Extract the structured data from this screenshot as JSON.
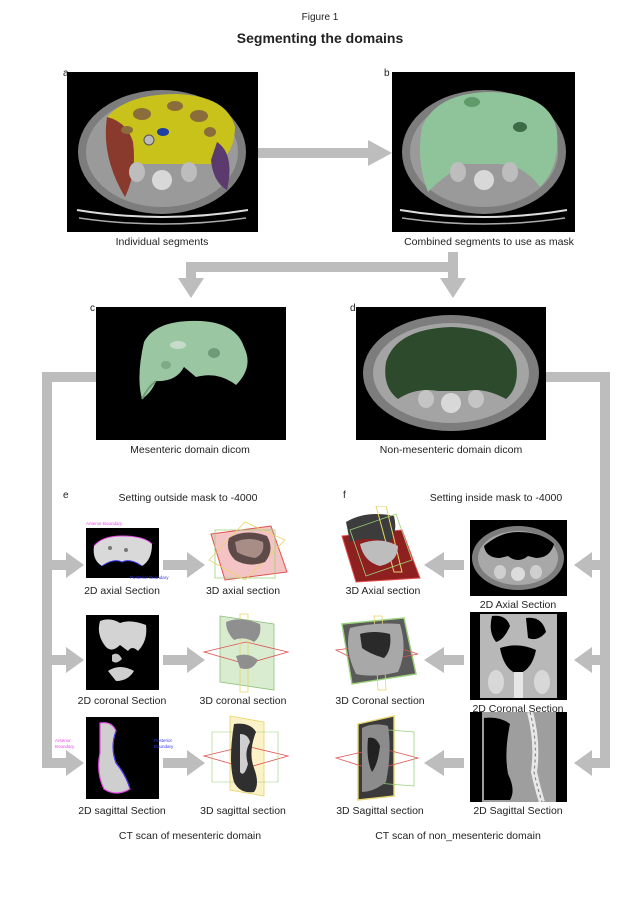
{
  "figure": {
    "number": "Figure 1",
    "title": "Segmenting the domains"
  },
  "panels": {
    "a": {
      "letter": "a",
      "caption": "Individual segments"
    },
    "b": {
      "letter": "b",
      "caption": "Combined segments to use as mask"
    },
    "c": {
      "letter": "c",
      "caption": "Mesenteric domain dicom"
    },
    "d": {
      "letter": "d",
      "caption": "Non-mesenteric domain dicom"
    },
    "e": {
      "letter": "e",
      "heading": "Setting outside mask to -4000",
      "axial_2d": "2D axial Section",
      "axial_3d": "3D axial section",
      "coronal_2d": "2D coronal Section",
      "coronal_3d": "3D coronal section",
      "sagittal_2d": "2D sagittal Section",
      "sagittal_3d": "3D sagittal section",
      "footer": "CT scan of mesenteric domain",
      "annotations": {
        "anterior_boundary": "Anterior Boundary",
        "posterior_boundary": "Posterior Boundary",
        "anterior": "Anterior",
        "boundary": "Boundary",
        "posterior": "Posterior",
        "boundary2": "Boundary"
      }
    },
    "f": {
      "letter": "f",
      "heading": "Setting inside mask to -4000",
      "axial_3d": "3D Axial section",
      "axial_2d": "2D Axial Section",
      "coronal_3d": "3D Coronal section",
      "coronal_2d": "2D Coronal Section",
      "sagittal_3d": "3D Sagittal section",
      "sagittal_2d": "2D Sagittal Section",
      "footer": "CT scan of non_mesenteric domain"
    }
  },
  "colors": {
    "arrow": "#bdbdbd",
    "segment_yellow": "#c9c21a",
    "segment_red": "#8a3a2c",
    "segment_olive": "#8a6d3a",
    "mask_green": "#8fc49a",
    "dark_green": "#2d4a2c",
    "annotation_pink": "#e64be6",
    "annotation_blue": "#3a3af0"
  }
}
